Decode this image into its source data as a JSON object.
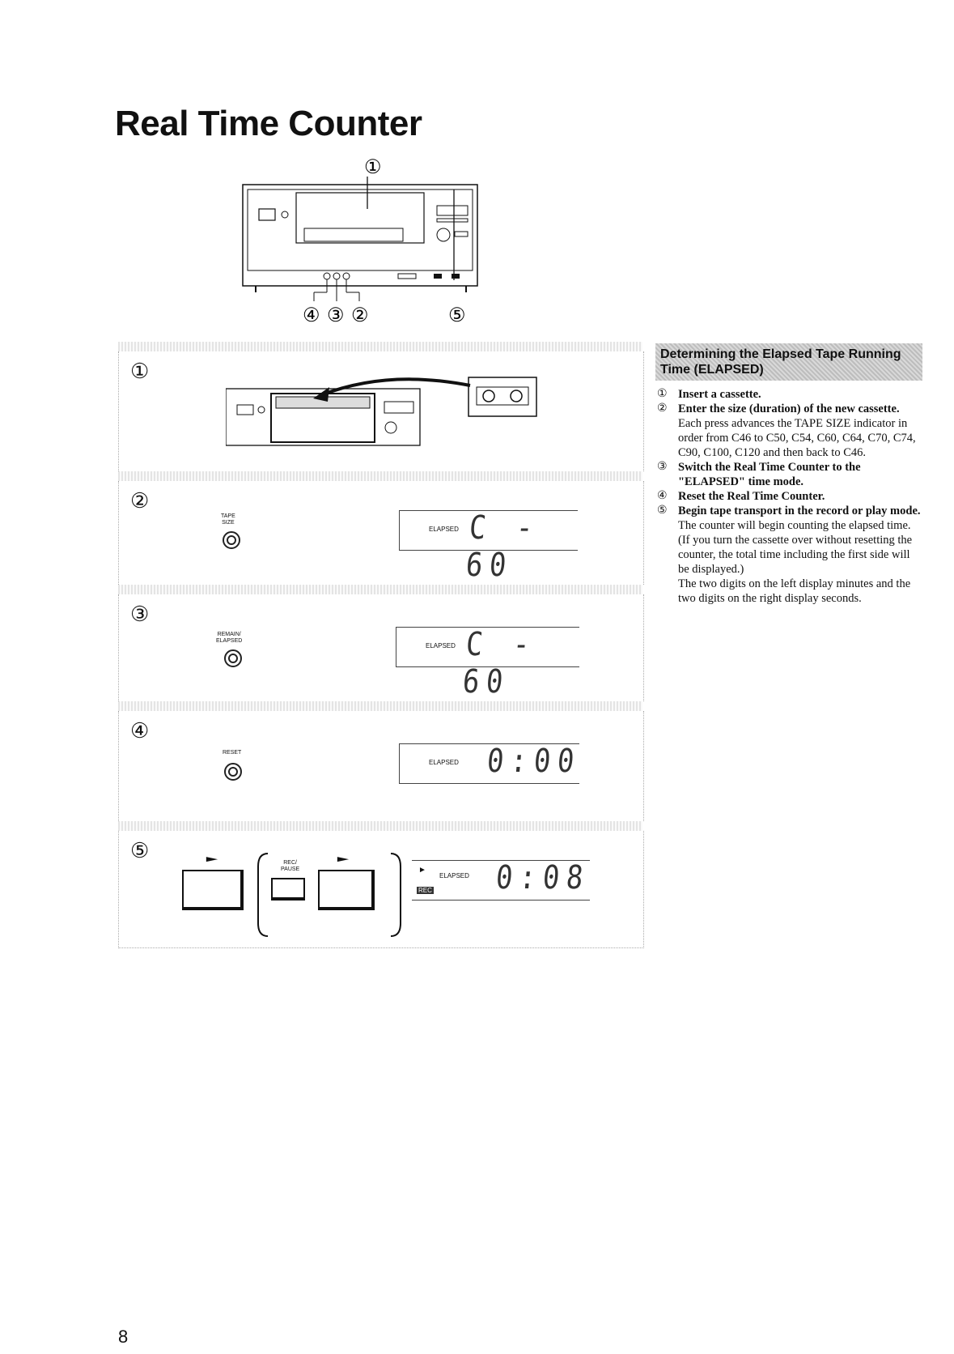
{
  "title": "Real Time Counter",
  "overview": {
    "callout_top": "①",
    "callouts_bottom": [
      "④",
      "③",
      "②"
    ],
    "callout_right": "⑤"
  },
  "steps": [
    {
      "num": "①"
    },
    {
      "num": "②",
      "button": "TAPE\nSIZE",
      "display_label": "ELAPSED",
      "readout": "C - 60"
    },
    {
      "num": "③",
      "button": "REMAIN/\nELAPSED",
      "display_label": "ELAPSED",
      "readout": "C - 60"
    },
    {
      "num": "④",
      "button": "RESET",
      "display_label": "ELAPSED",
      "readout": "0:00"
    },
    {
      "num": "⑤",
      "button_rec": "REC/\nPAUSE",
      "play_symbol": "►",
      "display_label": "ELAPSED",
      "rec_badge": "REC",
      "readout": "0:08"
    }
  ],
  "instructions": {
    "header": "Determining the Elapsed Tape Running Time (ELAPSED)",
    "items": [
      {
        "num": "①",
        "bold": "Insert a cassette.",
        "text": ""
      },
      {
        "num": "②",
        "bold": "Enter the size (duration) of the new cassette.",
        "text": "Each press advances the TAPE SIZE indicator in order from C46 to C50, C54, C60, C64, C70, C74, C90, C100, C120 and then back to C46."
      },
      {
        "num": "③",
        "bold": "Switch the Real Time Counter to the \"ELAPSED\" time mode.",
        "text": ""
      },
      {
        "num": "④",
        "bold": "Reset the Real Time Counter.",
        "text": ""
      },
      {
        "num": "⑤",
        "bold": "Begin tape transport in the record or play mode.",
        "text": "The counter will begin counting the elapsed time. (If you turn the cassette over without resetting the counter, the total time including the first side will be displayed.)\nThe two digits on the left display minutes and the two digits on the right display seconds."
      }
    ]
  },
  "page_number": "8"
}
